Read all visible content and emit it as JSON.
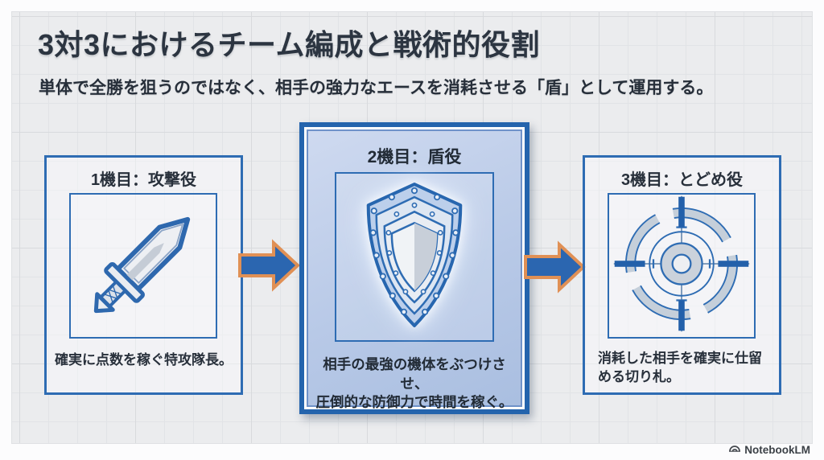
{
  "header": {
    "title": "3対3におけるチーム編成と戦術的役割",
    "subtitle": "単体で全勝を狙うのではなく、相手の強力なエースを消耗させる「盾」として運用する。"
  },
  "cards": [
    {
      "title": "1機目：攻撃役",
      "icon": "sword-icon",
      "caption": "確実に点数を稼ぐ特攻隊長。"
    },
    {
      "title": "2機目：盾役",
      "icon": "shield-icon",
      "caption_lines": [
        "相手の最強の機体をぶつけさせ、",
        "圧倒的な防御力で時間を稼ぐ。"
      ],
      "highlighted": true
    },
    {
      "title": "3機目：とどめ役",
      "icon": "target-icon",
      "caption": "消耗した相手を確実に仕留める切り札。"
    }
  ],
  "arrows": [
    "arrow-right-icon",
    "arrow-right-icon"
  ],
  "footer": {
    "brand": "NotebookLM"
  },
  "colors": {
    "accent_blue": "#2e6cb3",
    "deep_blue": "#2464ad",
    "arrow_fill": "#2b66b0",
    "arrow_stroke": "#e09055",
    "text": "#2c3541",
    "panel_bg": "#ebecee",
    "mid_card_bg": "#b8c9e7"
  }
}
